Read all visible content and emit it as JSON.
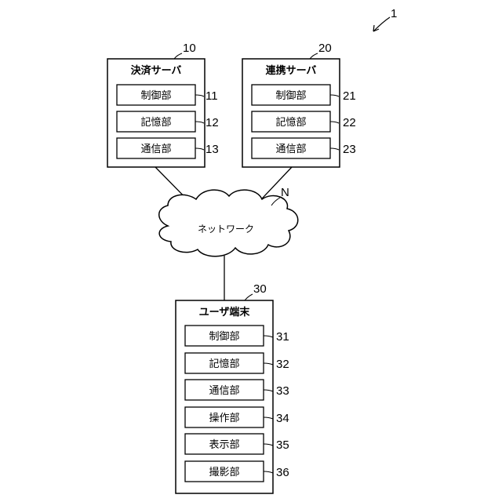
{
  "system_ref": "1",
  "network": {
    "label": "ネットワーク",
    "ref": "N"
  },
  "payment_server": {
    "ref": "10",
    "title": "決済サーバ",
    "units": [
      {
        "label": "制御部",
        "ref": "11"
      },
      {
        "label": "記憶部",
        "ref": "12"
      },
      {
        "label": "通信部",
        "ref": "13"
      }
    ]
  },
  "linkage_server": {
    "ref": "20",
    "title": "連携サーバ",
    "units": [
      {
        "label": "制御部",
        "ref": "21"
      },
      {
        "label": "記憶部",
        "ref": "22"
      },
      {
        "label": "通信部",
        "ref": "23"
      }
    ]
  },
  "user_terminal": {
    "ref": "30",
    "title": "ユーザ端末",
    "units": [
      {
        "label": "制御部",
        "ref": "31"
      },
      {
        "label": "記憶部",
        "ref": "32"
      },
      {
        "label": "通信部",
        "ref": "33"
      },
      {
        "label": "操作部",
        "ref": "34"
      },
      {
        "label": "表示部",
        "ref": "35"
      },
      {
        "label": "撮影部",
        "ref": "36"
      }
    ]
  }
}
